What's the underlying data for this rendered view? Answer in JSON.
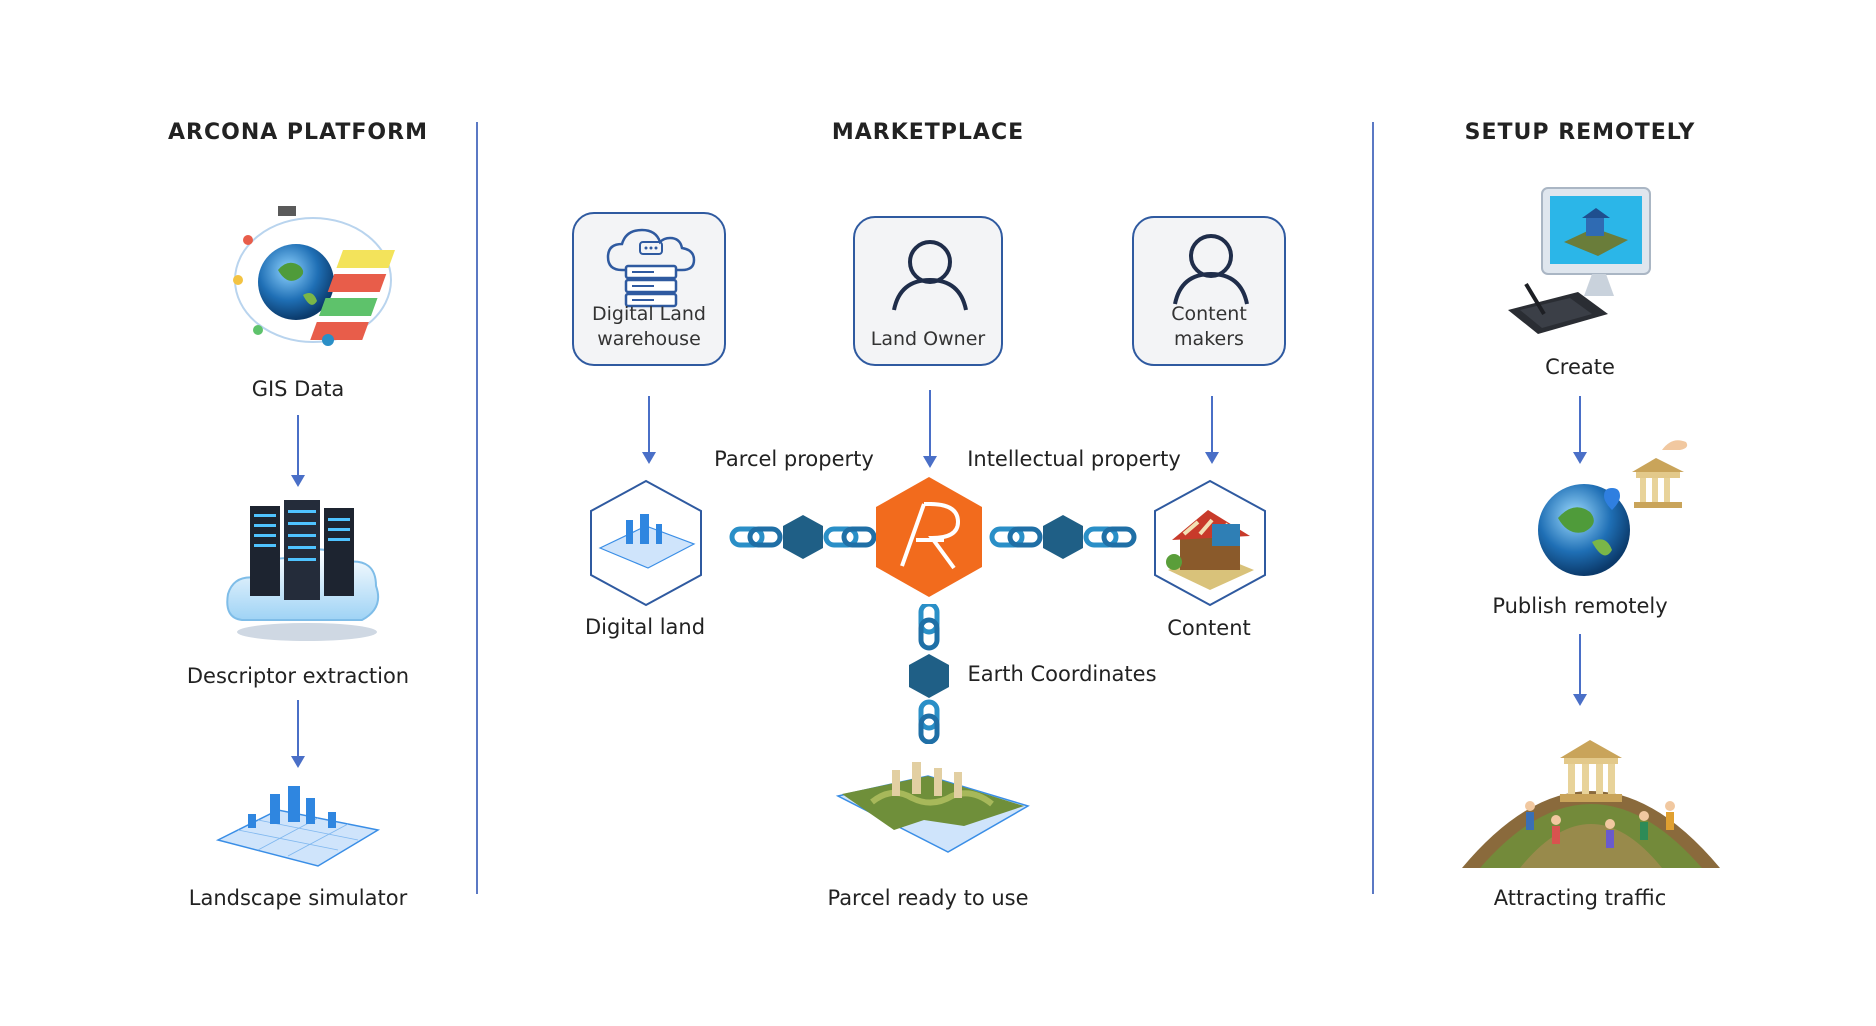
{
  "sections": {
    "platform": {
      "title": "ARCONA PLATFORM",
      "steps": [
        "GIS Data",
        "Descriptor extraction",
        "Landscape simulator"
      ]
    },
    "marketplace": {
      "title": "MARKETPLACE",
      "cards": {
        "warehouse": {
          "line1": "Digital Land",
          "line2": "warehouse"
        },
        "owner": {
          "line1": "Land Owner"
        },
        "makers": {
          "line1": "Content",
          "line2": "makers"
        }
      },
      "labels": {
        "parcel_property": "Parcel property",
        "intellectual_property": "Intellectual property",
        "digital_land": "Digital land",
        "content": "Content",
        "earth_coordinates": "Earth Coordinates",
        "parcel_ready": "Parcel ready to use"
      }
    },
    "remote": {
      "title": "SETUP REMOTELY",
      "steps": [
        "Create",
        "Publish remotely",
        "Attracting traffic"
      ]
    }
  },
  "colors": {
    "divider": "#5b79c4",
    "arrow": "#4a6fc7",
    "card_border": "#2f5aa0",
    "chain": "#2a8fc7",
    "hex": "#1f5f86",
    "logo": "#f26b1d"
  }
}
